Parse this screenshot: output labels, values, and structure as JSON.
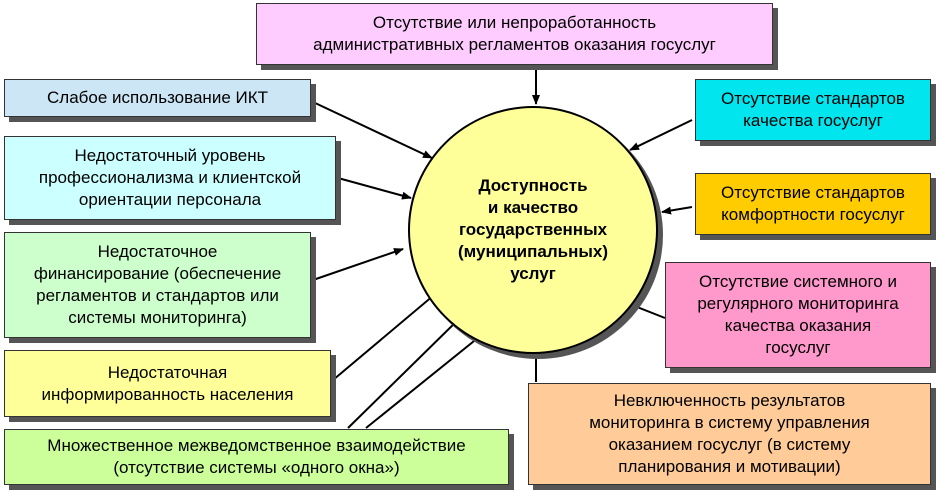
{
  "center": {
    "text": "Доступность\nи качество\nгосударственных\n(муниципальных)\nуслуг",
    "color": "#ffff99"
  },
  "boxes": [
    {
      "id": "admin-regulations",
      "text": "Отсутствие или непроработанность\nадминистративных регламентов оказания госуслуг",
      "color": "#ffccff"
    },
    {
      "id": "ict",
      "text": "Слабое использование ИКТ",
      "color": "#cce6f5"
    },
    {
      "id": "personnel",
      "text": "Недостаточный уровень\nпрофессионализма и клиентской\nориентации персонала",
      "color": "#ccffff"
    },
    {
      "id": "financing",
      "text": "Недостаточное\nфинансирование (обеспечение\nрегламентов и стандартов или\nсистемы мониторинга)",
      "color": "#ccffcc"
    },
    {
      "id": "awareness",
      "text": "Недостаточная\nинформированность населения",
      "color": "#ffff99"
    },
    {
      "id": "interagency",
      "text": "Множественное межведомственное взаимодействие\n(отсутствие системы «одного окна»)",
      "color": "#ccff99"
    },
    {
      "id": "quality-standards",
      "text": "Отсутствие стандартов\nкачества госуслуг",
      "color": "#00e5ee"
    },
    {
      "id": "comfort-standards",
      "text": "Отсутствие стандартов\nкомфортности госуслуг",
      "color": "#ffcc00"
    },
    {
      "id": "monitoring",
      "text": "Отсутствие системного и\nрегулярного мониторинга\nкачества оказания\nгосуслуг",
      "color": "#ff99cc"
    },
    {
      "id": "management",
      "text": "Невключенность результатов\nмониторинга в систему управления\nоказанием госуслуг (в систему\nпланирования и мотивации)",
      "color": "#ffcc99"
    }
  ]
}
